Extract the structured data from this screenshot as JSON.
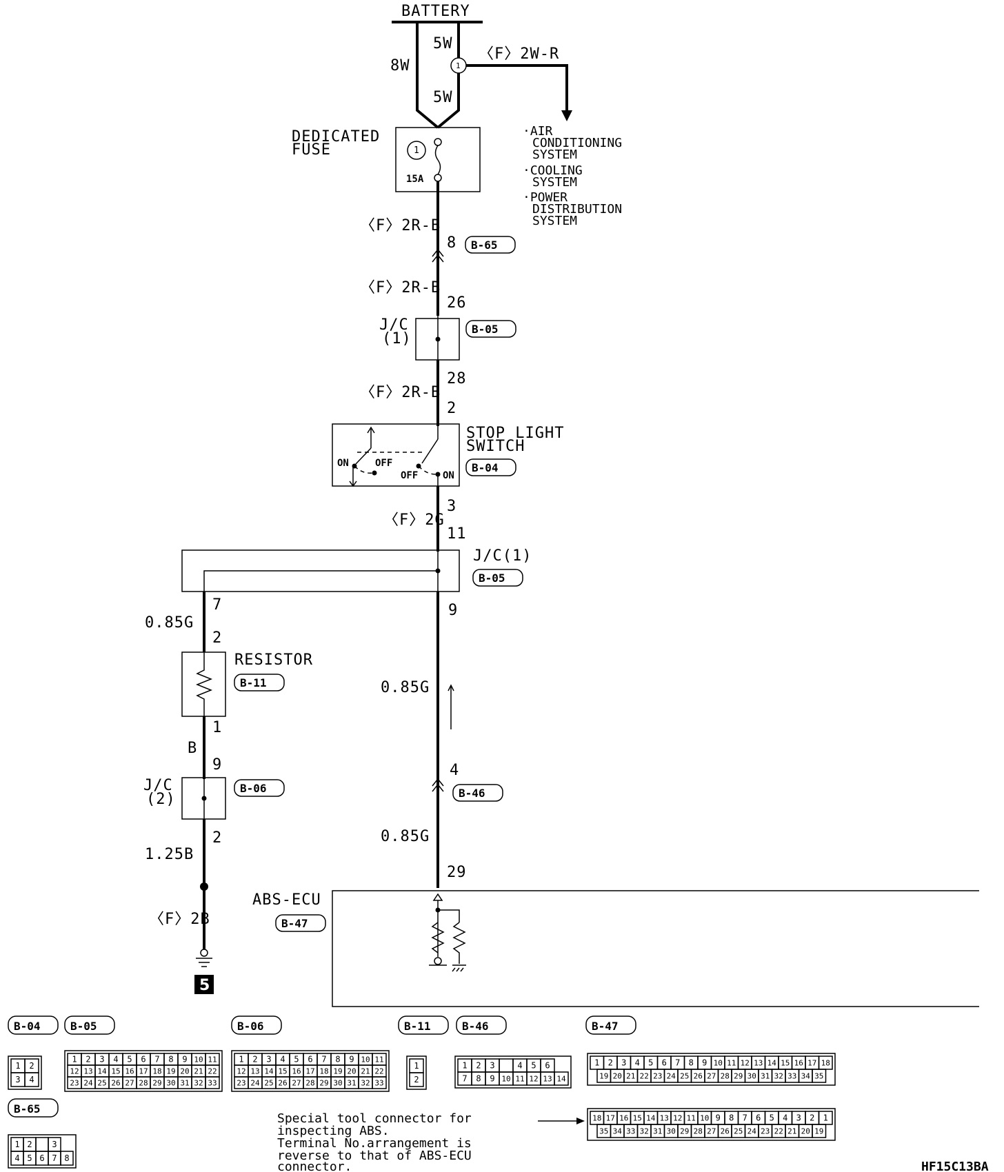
{
  "battery": {
    "label": "BATTERY"
  },
  "wires": {
    "batt_8w": "8W",
    "batt_5w_top": "5W",
    "batt_5w_bottom": "5W",
    "branch": "〈F〉2W-R",
    "fuse_out": "〈F〉2R-B",
    "b65_out": "〈F〉2R-B",
    "jc1_out": "〈F〉2R-B",
    "switch_out": "〈F〉2G",
    "resistor_in": "0.85G",
    "resistor_out": "B",
    "jc2_out": "1.25B",
    "ground": "〈F〉2B",
    "ecu_up": "0.85G",
    "ecu_in": "0.85G"
  },
  "branch_node": "1",
  "branch_targets": [
    "·AIR",
    "CONDITIONING",
    "SYSTEM",
    "·COOLING",
    "SYSTEM",
    "·POWER",
    "DISTRIBUTION",
    "SYSTEM"
  ],
  "fuse": {
    "label_line1": "DEDICATED",
    "label_line2": "FUSE",
    "number": "1",
    "rating": "15A"
  },
  "pins": {
    "b65": "8",
    "jc1_in": "26",
    "jc1_out": "28",
    "switch_in": "2",
    "switch_out": "3",
    "jc1b_in": "11",
    "jc1b_r7": "7",
    "jc1b_r9": "9",
    "res_in": "2",
    "res_out": "1",
    "jc2_in": "9",
    "jc2_out": "2",
    "b46": "4",
    "ecu": "29"
  },
  "components": {
    "jc1": {
      "line1": "J/C",
      "line2": "(1)",
      "code": "B-05"
    },
    "b65_code": "B-65",
    "switch": {
      "line1": "STOP LIGHT",
      "line2": "SWITCH",
      "code": "B-04",
      "on1": "ON",
      "off1": "OFF",
      "off2": "OFF",
      "on2": "ON"
    },
    "jc1b": {
      "label": "J/C(1)",
      "code": "B-05"
    },
    "resistor": {
      "label": "RESISTOR",
      "code": "B-11"
    },
    "jc2": {
      "line1": "J/C",
      "line2": "(2)",
      "code": "B-06"
    },
    "b46_code": "B-46",
    "ecu": {
      "label": "ABS-ECU",
      "code": "B-47"
    },
    "ground_number": "5"
  },
  "connectors": {
    "b04": {
      "code": "B-04",
      "rows": [
        [
          "1",
          "2"
        ],
        [
          "3",
          "4"
        ]
      ]
    },
    "b05": {
      "code": "B-05",
      "rows": [
        [
          "1",
          "2",
          "3",
          "4",
          "5",
          "6",
          "7",
          "8",
          "9",
          "10",
          "11"
        ],
        [
          "12",
          "13",
          "14",
          "15",
          "16",
          "17",
          "18",
          "19",
          "20",
          "21",
          "22"
        ],
        [
          "23",
          "24",
          "25",
          "26",
          "27",
          "28",
          "29",
          "30",
          "31",
          "32",
          "33"
        ]
      ]
    },
    "b06": {
      "code": "B-06",
      "rows": [
        [
          "1",
          "2",
          "3",
          "4",
          "5",
          "6",
          "7",
          "8",
          "9",
          "10",
          "11"
        ],
        [
          "12",
          "13",
          "14",
          "15",
          "16",
          "17",
          "18",
          "19",
          "20",
          "21",
          "22"
        ],
        [
          "23",
          "24",
          "25",
          "26",
          "27",
          "28",
          "29",
          "30",
          "31",
          "32",
          "33"
        ]
      ]
    },
    "b11": {
      "code": "B-11",
      "rows": [
        [
          "1"
        ],
        [
          "2"
        ]
      ]
    },
    "b46": {
      "code": "B-46",
      "rows": [
        [
          "1",
          "2",
          "3",
          "",
          "4",
          "5",
          "6"
        ],
        [
          "7",
          "8",
          "9",
          "10",
          "11",
          "12",
          "13",
          "14"
        ]
      ]
    },
    "b47": {
      "code": "B-47",
      "rows": [
        [
          "1",
          "2",
          "3",
          "4",
          "5",
          "6",
          "7",
          "8",
          "9",
          "10",
          "11",
          "12",
          "13",
          "14",
          "15",
          "16",
          "17",
          "18"
        ],
        [
          "19",
          "20",
          "21",
          "22",
          "23",
          "24",
          "25",
          "26",
          "27",
          "28",
          "29",
          "30",
          "31",
          "32",
          "33",
          "34",
          "35"
        ]
      ]
    },
    "b65": {
      "code": "B-65",
      "rows": [
        [
          "1",
          "2",
          "",
          "3"
        ],
        [
          "4",
          "5",
          "6",
          "7",
          "8"
        ]
      ]
    },
    "special": {
      "rows": [
        [
          "18",
          "17",
          "16",
          "15",
          "14",
          "13",
          "12",
          "11",
          "10",
          "9",
          "8",
          "7",
          "6",
          "5",
          "4",
          "3",
          "2",
          "1"
        ],
        [
          "35",
          "34",
          "33",
          "32",
          "31",
          "30",
          "29",
          "28",
          "27",
          "26",
          "25",
          "24",
          "23",
          "22",
          "21",
          "20",
          "19"
        ]
      ]
    }
  },
  "note": [
    "Special tool connector for",
    "inspecting ABS.",
    "Terminal No.arrangement is",
    "reverse to that of ABS-ECU",
    "connector."
  ],
  "figure_code": "HF15C13BA"
}
